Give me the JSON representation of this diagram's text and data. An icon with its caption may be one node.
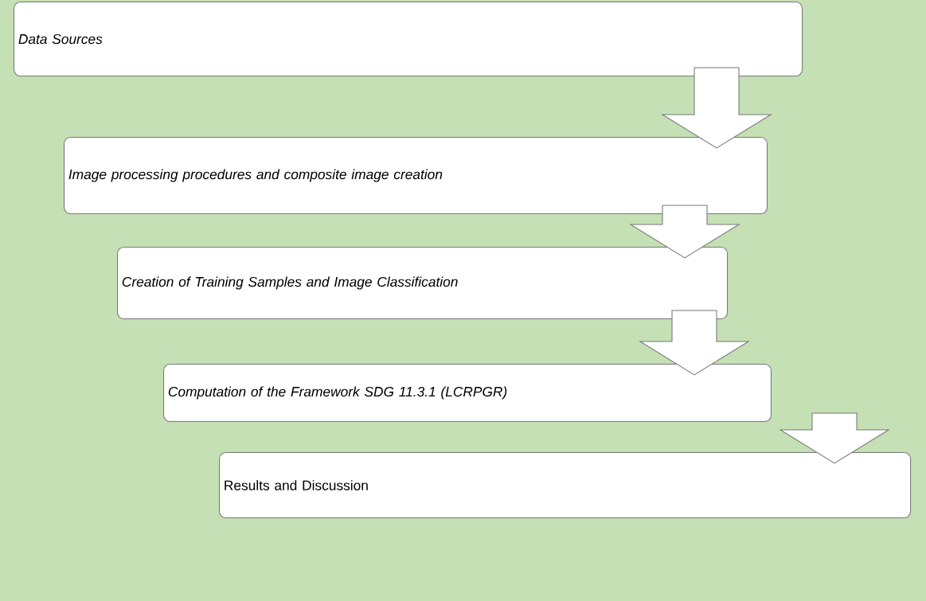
{
  "diagram": {
    "nodes": [
      {
        "text": [
          "Data Sources"
        ]
      },
      {
        "text": [
          "Image processing procedures and composite image creation"
        ]
      },
      {
        "text": [
          "Creation of Training Samples and Image Classification"
        ]
      },
      {
        "text": [
          "Computation of the Framework SDG 11.3.1 (LCRPGR)"
        ]
      },
      {
        "text": [
          "Results and Discussion"
        ]
      }
    ],
    "edges": [
      {
        "from": 0,
        "to": 1,
        "arrow": "to"
      },
      {
        "from": 1,
        "to": 2,
        "arrow": "to"
      },
      {
        "from": 2,
        "to": 3,
        "arrow": "to"
      },
      {
        "from": 3,
        "to": 4,
        "arrow": "to"
      }
    ]
  }
}
